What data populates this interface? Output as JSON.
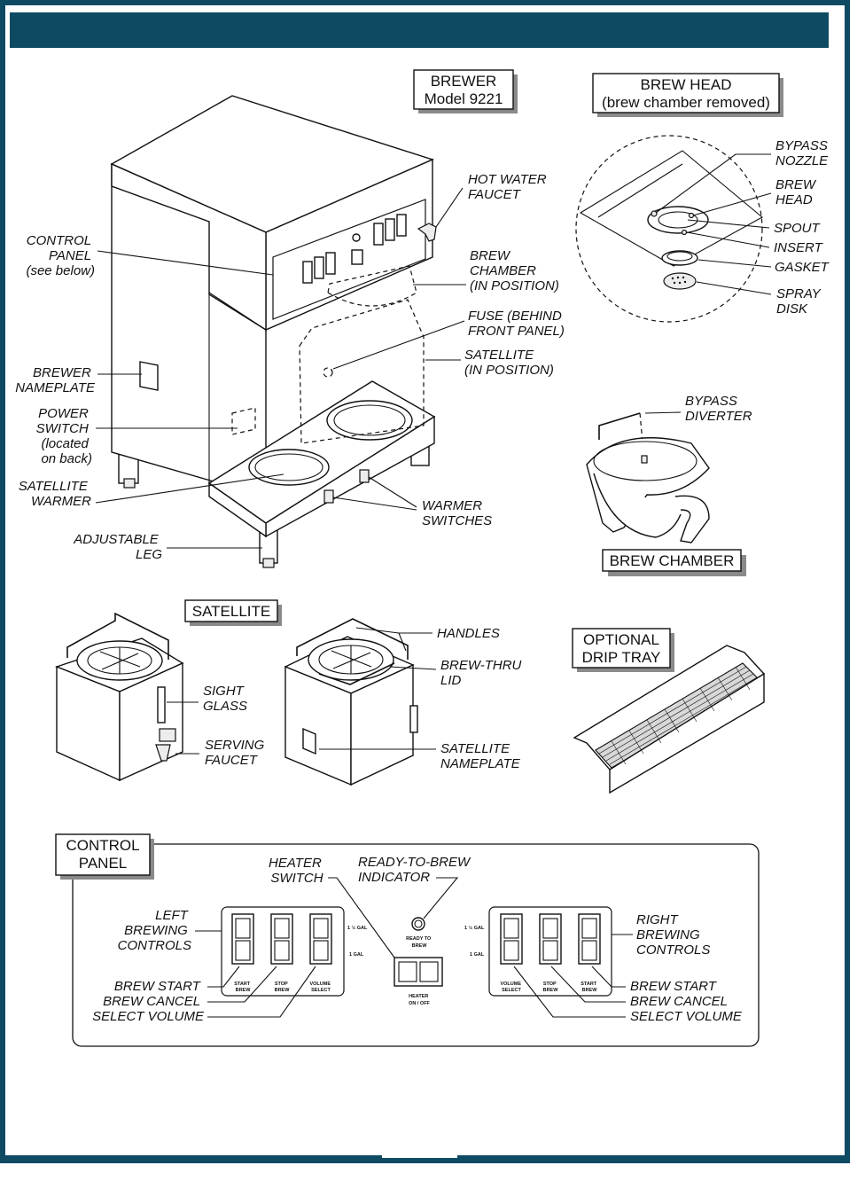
{
  "colors": {
    "frame": "#0f4a63",
    "ink": "#111111",
    "shadow": "#8a8a8a"
  },
  "brewer": {
    "title_line1": "BREWER",
    "title_line2": "Model 9221",
    "labels": {
      "control_panel": [
        "CONTROL",
        "PANEL",
        "(see below)"
      ],
      "brewer_nameplate": [
        "BREWER",
        "NAMEPLATE"
      ],
      "power_switch": [
        "POWER",
        "SWITCH",
        "(located",
        "on back)"
      ],
      "satellite_warmer": [
        "SATELLITE",
        "WARMER"
      ],
      "adjustable_leg": [
        "ADJUSTABLE",
        "LEG"
      ],
      "hot_water_faucet": [
        "HOT WATER",
        "FAUCET"
      ],
      "brew_chamber_pos": [
        "BREW",
        "CHAMBER",
        "(IN POSITION)"
      ],
      "fuse": [
        "FUSE (BEHIND",
        "FRONT PANEL)"
      ],
      "satellite_pos": [
        "SATELLITE",
        "(IN POSITION)"
      ],
      "warmer_switches": [
        "WARMER",
        "SWITCHES"
      ]
    }
  },
  "brew_head": {
    "title_line1": "BREW HEAD",
    "title_line2": "(brew chamber removed)",
    "labels": {
      "bypass_nozzle": [
        "BYPASS",
        "NOZZLE"
      ],
      "brew_head": [
        "BREW",
        "HEAD"
      ],
      "spout": "SPOUT",
      "insert": "INSERT",
      "gasket": "GASKET",
      "spray_disk": [
        "SPRAY",
        "DISK"
      ]
    }
  },
  "brew_chamber": {
    "title": "BREW CHAMBER",
    "bypass_diverter": [
      "BYPASS",
      "DIVERTER"
    ]
  },
  "satellite": {
    "title": "SATELLITE",
    "labels": {
      "sight_glass": [
        "SIGHT",
        "GLASS"
      ],
      "serving_faucet": [
        "SERVING",
        "FAUCET"
      ],
      "handles": "HANDLES",
      "brew_thru_lid": [
        "BREW-THRU",
        "LID"
      ],
      "satellite_nameplate": [
        "SATELLITE",
        "NAMEPLATE"
      ]
    }
  },
  "drip_tray": {
    "title_line1": "OPTIONAL",
    "title_line2": "DRIP TRAY"
  },
  "control_panel": {
    "title_line1": "CONTROL",
    "title_line2": "PANEL",
    "heater_switch": [
      "HEATER",
      "SWITCH"
    ],
    "ready_indicator": [
      "READY-TO-BREW",
      "INDICATOR"
    ],
    "left_controls": [
      "LEFT",
      "BREWING",
      "CONTROLS"
    ],
    "right_controls": [
      "RIGHT",
      "BREWING",
      "CONTROLS"
    ],
    "left_bottom": [
      "BREW START",
      "BREW CANCEL",
      "SELECT VOLUME"
    ],
    "right_bottom": [
      "BREW START",
      "BREW CANCEL",
      "SELECT VOLUME"
    ],
    "switch_labels": {
      "start": [
        "START",
        "BREW"
      ],
      "stop": [
        "STOP",
        "BREW"
      ],
      "volume": [
        "VOLUME",
        "SELECT"
      ],
      "gal_high": "1 ½ GAL",
      "gal_low": "1  GAL",
      "ready": [
        "READY TO",
        "BREW"
      ],
      "heater": [
        "HEATER",
        "ON / OFF"
      ]
    }
  }
}
